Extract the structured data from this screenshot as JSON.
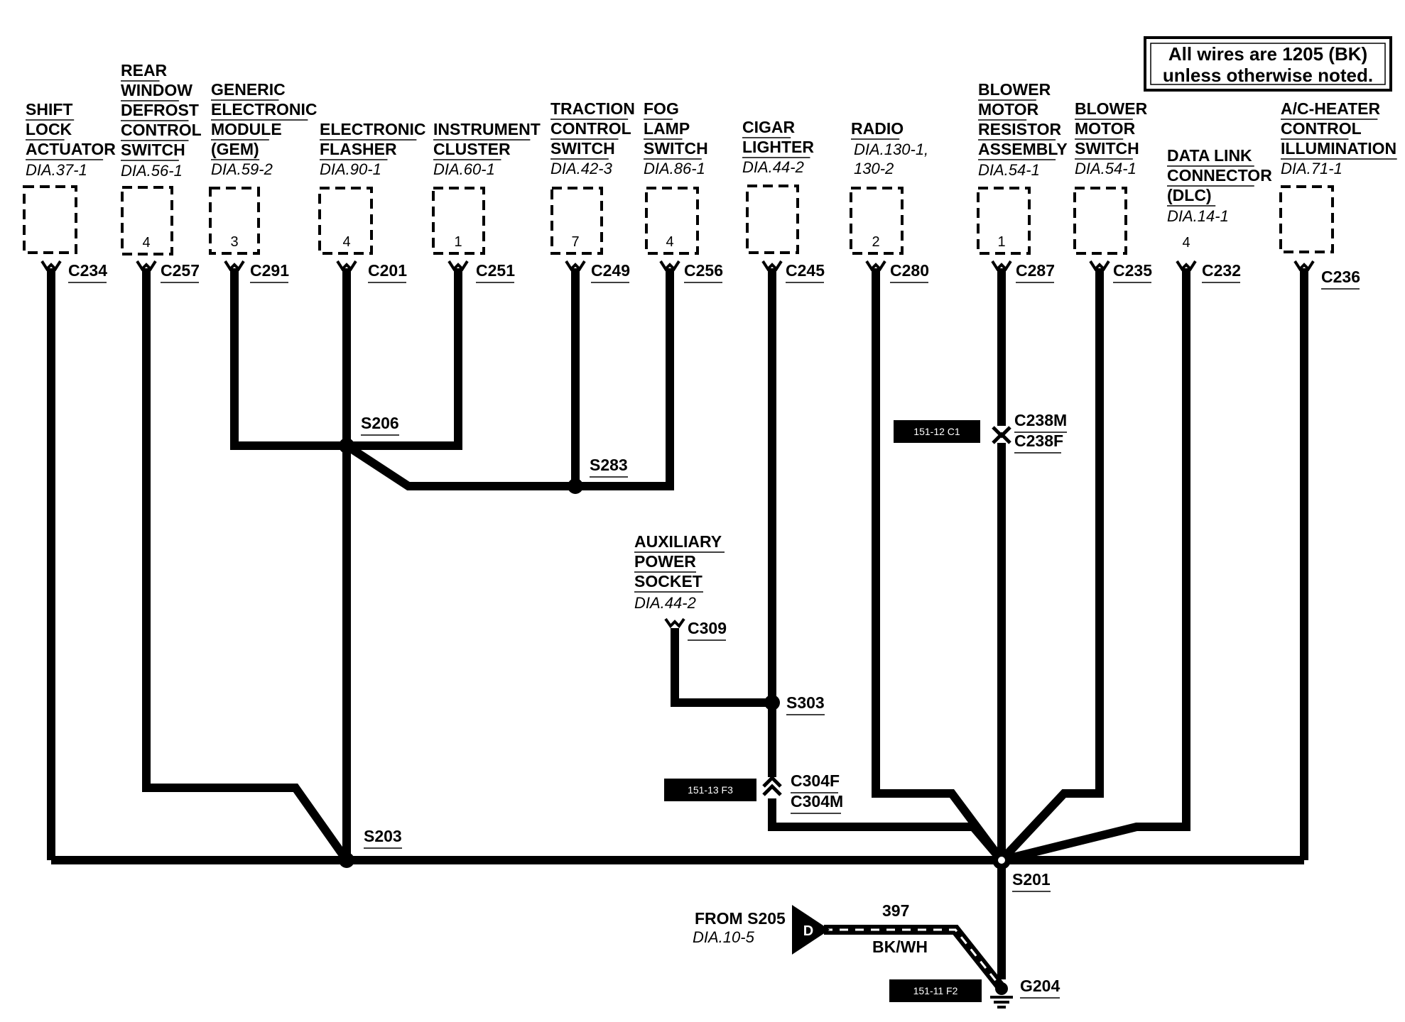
{
  "note": [
    "All wires are 1205 (BK)",
    "unless otherwise noted."
  ],
  "components": [
    {
      "id": "shift-lock",
      "name": [
        "SHIFT",
        "LOCK",
        "ACTUATOR"
      ],
      "dia": [
        "DIA.37-1"
      ],
      "pin": "",
      "conn": "C234"
    },
    {
      "id": "rear-window",
      "name": [
        "REAR",
        "WINDOW",
        "DEFROST",
        "CONTROL",
        "SWITCH"
      ],
      "dia": [
        "DIA.56-1"
      ],
      "pin": "4",
      "conn": "C257"
    },
    {
      "id": "gem",
      "name": [
        "GENERIC",
        "ELECTRONIC",
        "MODULE",
        "(GEM)"
      ],
      "dia": [
        "DIA.59-2"
      ],
      "pin": "3",
      "conn": "C291"
    },
    {
      "id": "flasher",
      "name": [
        "ELECTRONIC",
        "FLASHER"
      ],
      "dia": [
        "DIA.90-1"
      ],
      "pin": "4",
      "conn": "C201"
    },
    {
      "id": "cluster",
      "name": [
        "INSTRUMENT",
        "CLUSTER"
      ],
      "dia": [
        "DIA.60-1"
      ],
      "pin": "1",
      "conn": "C251"
    },
    {
      "id": "traction",
      "name": [
        "TRACTION",
        "CONTROL",
        "SWITCH"
      ],
      "dia": [
        "DIA.42-3"
      ],
      "pin": "7",
      "conn": "C249"
    },
    {
      "id": "fog",
      "name": [
        "FOG",
        "LAMP",
        "SWITCH"
      ],
      "dia": [
        "DIA.86-1"
      ],
      "pin": "4",
      "conn": "C256"
    },
    {
      "id": "cigar",
      "name": [
        "CIGAR",
        "LIGHTER"
      ],
      "dia": [
        "DIA.44-2"
      ],
      "pin": "",
      "conn": "C245"
    },
    {
      "id": "radio",
      "name": [
        "RADIO"
      ],
      "dia": [
        "DIA.130-1,",
        "130-2"
      ],
      "pin": "2",
      "conn": "C280"
    },
    {
      "id": "resistor",
      "name": [
        "BLOWER",
        "MOTOR",
        "RESISTOR",
        "ASSEMBLY"
      ],
      "dia": [
        "DIA.54-1"
      ],
      "pin": "1",
      "conn": "C287"
    },
    {
      "id": "blower-switch",
      "name": [
        "BLOWER",
        "MOTOR",
        "SWITCH"
      ],
      "dia": [
        "DIA.54-1"
      ],
      "pin": "",
      "conn": "C235"
    },
    {
      "id": "dlc",
      "name": [
        "DATA LINK",
        "CONNECTOR",
        "(DLC)"
      ],
      "dia": [
        "DIA.14-1"
      ],
      "pin": "4",
      "conn": "C232"
    },
    {
      "id": "ac-heater",
      "name": [
        "A/C-HEATER",
        "CONTROL",
        "ILLUMINATION"
      ],
      "dia": [
        "DIA.71-1"
      ],
      "pin": "",
      "conn": "C236"
    }
  ],
  "aux": {
    "name": [
      "AUXILIARY",
      "POWER",
      "SOCKET"
    ],
    "dia": "DIA.44-2",
    "conn": "C309"
  },
  "splices": {
    "s206": "S206",
    "s283": "S283",
    "s303": "S303",
    "s203": "S203",
    "s201": "S201"
  },
  "inline": {
    "c238": {
      "top": "C238M",
      "bottom": "C238F",
      "loc": "151-12 C1"
    },
    "c304": {
      "top": "C304F",
      "bottom": "C304M",
      "loc": "151-13 F3"
    }
  },
  "from": {
    "label": "FROM S205",
    "dia": "DIA.10-5",
    "letter": "D",
    "circuit": "397",
    "color": "BK/WH"
  },
  "ground": {
    "label": "G204",
    "loc": "151-11 F2"
  }
}
